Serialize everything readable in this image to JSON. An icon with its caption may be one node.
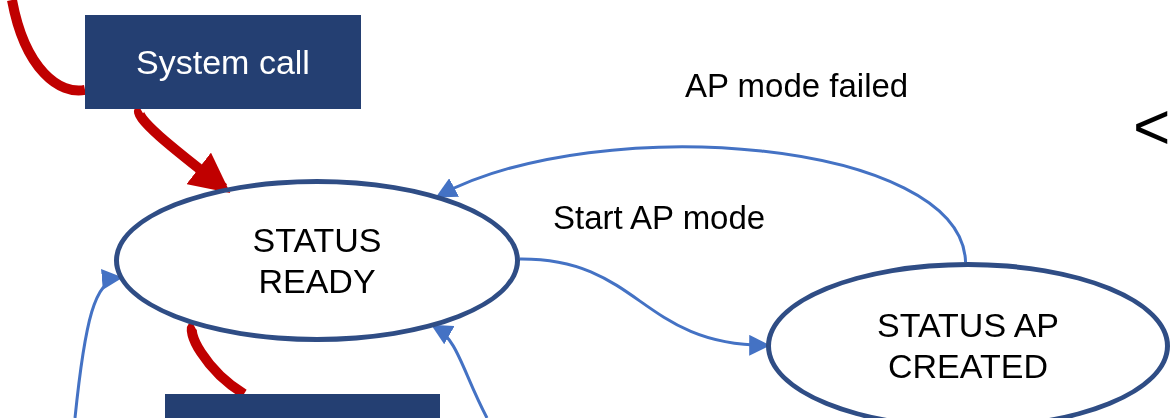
{
  "diagram": {
    "nodes": [
      {
        "text": [
          "System call"
        ]
      },
      {
        "text": [
          "STATUS READY"
        ]
      },
      {
        "text": [
          "STATUS AP CREATED"
        ]
      },
      {
        "text": [],
        "shape": "box"
      }
    ],
    "edges": [
      {
        "from": null,
        "to": 0,
        "arrow": "none",
        "style": "thick",
        "color": "#c00000"
      },
      {
        "from": 0,
        "to": 1,
        "arrow": "to",
        "style": "thick",
        "color": "#c00000"
      },
      {
        "from": 1,
        "to": 3,
        "arrow": "none",
        "style": "thick",
        "color": "#c00000"
      },
      {
        "from": 2,
        "to": 1,
        "arrow": "to",
        "label": "AP mode failed"
      },
      {
        "from": 1,
        "to": 2,
        "arrow": "to",
        "label": "Start AP mode"
      },
      {
        "from": null,
        "to": 1,
        "arrow": "to"
      },
      {
        "from": null,
        "to": 1,
        "arrow": "to"
      }
    ],
    "labels": [
      "<"
    ]
  }
}
